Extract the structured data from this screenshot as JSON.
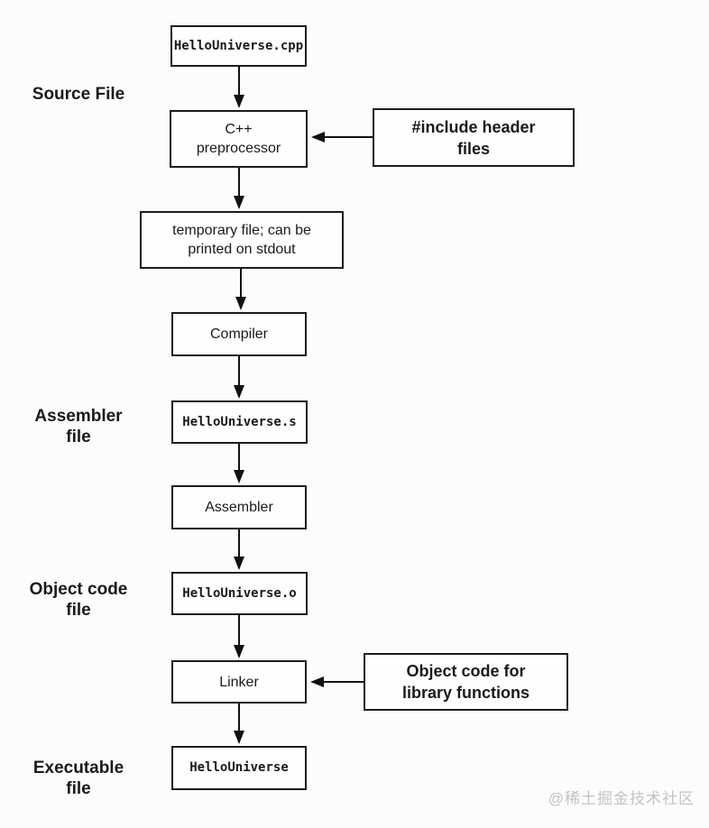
{
  "side_labels": {
    "source_file": "Source File",
    "assembler_file": "Assembler\nfile",
    "object_code_file": "Object code\nfile",
    "executable_file": "Executable\nfile"
  },
  "nodes": {
    "source_file": "HelloUniverse.cpp",
    "preprocessor": "C++\npreprocessor",
    "temp_file": "temporary file; can be\nprinted on stdout",
    "compiler": "Compiler",
    "assembly_file": "HelloUniverse.s",
    "assembler": "Assembler",
    "object_file": "HelloUniverse.o",
    "linker": "Linker",
    "executable": "HelloUniverse"
  },
  "inputs": {
    "include_headers": "#include header\nfiles",
    "library_objects": "Object code for\nlibrary functions"
  },
  "watermark": "@稀土掘金技术社区",
  "colors": {
    "border": "#1c1c1c",
    "text": "#1a1a1a",
    "background": "#fcfcfc",
    "watermark": "#c3c3c3"
  }
}
